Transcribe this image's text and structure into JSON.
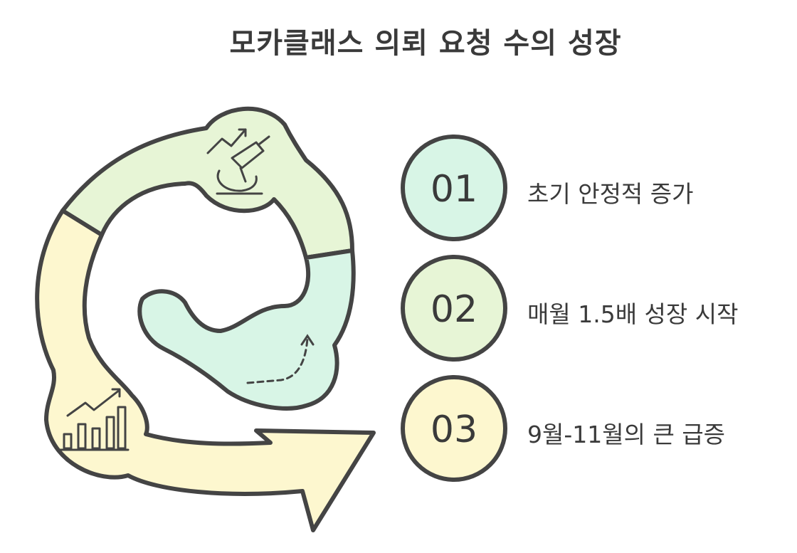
{
  "title": "모카클래스 의뢰 요청 수의 성장",
  "colors": {
    "stroke": "#444444",
    "mint": "#d8f5e6",
    "green": "#e7f5d6",
    "yellow": "#fdf7cf"
  },
  "steps": [
    {
      "number": "01",
      "label": "초기 안정적 증가",
      "color": "#d8f5e6",
      "icon": "microscope-growth-icon"
    },
    {
      "number": "02",
      "label": "매월 1.5배 성장 시작",
      "color": "#e7f5d6",
      "icon": "upward-trend-arrow-icon"
    },
    {
      "number": "03",
      "label": "9월-11월의 큰 급증",
      "color": "#fdf7cf",
      "icon": "bar-chart-growth-icon"
    }
  ]
}
